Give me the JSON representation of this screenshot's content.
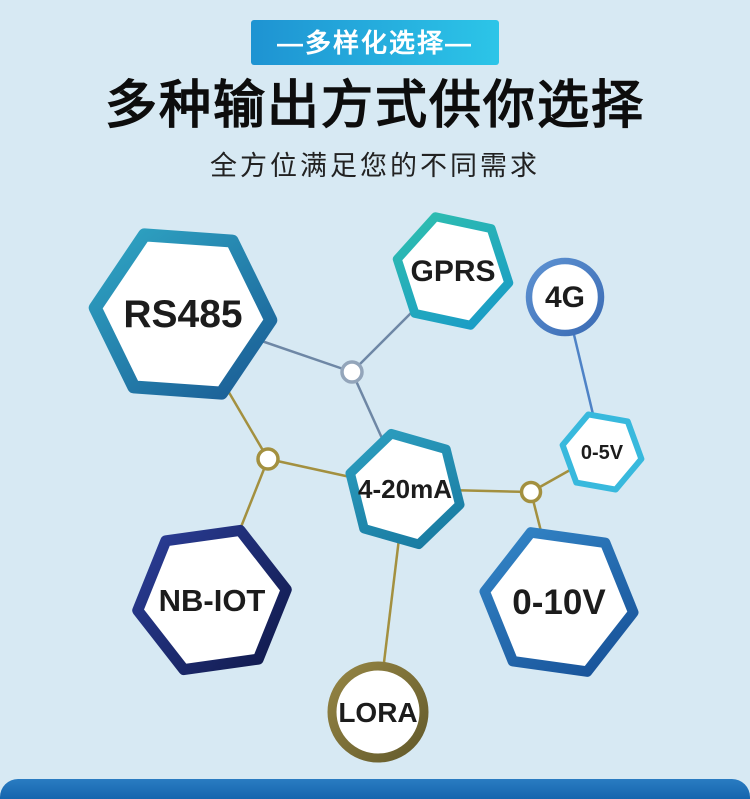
{
  "header": {
    "badge_label": "—多样化选择—",
    "title": "多种输出方式供你选择",
    "subtitle": "全方位满足您的不同需求"
  },
  "diagram": {
    "nodes": [
      {
        "id": "rs485",
        "label": "RS485",
        "shape": "hexagon"
      },
      {
        "id": "gprs",
        "label": "GPRS",
        "shape": "hexagon"
      },
      {
        "id": "4g",
        "label": "4G",
        "shape": "circle"
      },
      {
        "id": "0-5v",
        "label": "0-5V",
        "shape": "hexagon"
      },
      {
        "id": "4-20ma",
        "label": "4-20mA",
        "shape": "hexagon"
      },
      {
        "id": "nb-iot",
        "label": "NB-IOT",
        "shape": "hexagon"
      },
      {
        "id": "0-10v",
        "label": "0-10V",
        "shape": "hexagon"
      },
      {
        "id": "lora",
        "label": "LORA",
        "shape": "circle"
      }
    ]
  },
  "colors": {
    "page_background": "#d7e9f3",
    "badge_gradient_start": "#1e93d2",
    "badge_gradient_end": "#2cc5e8",
    "title_text": "#0d0d0d",
    "rs485_stroke_start": "#2fa6c4",
    "rs485_stroke_end": "#1a5b94",
    "gprs_stroke_start": "#2fbfae",
    "gprs_stroke_end": "#1899c8",
    "fourg_stroke_start": "#5d92d2",
    "fourg_stroke_end": "#3b6bb4",
    "v0_5_stroke": "#38b9dd",
    "ma4_20_stroke_start": "#2d9fc0",
    "ma4_20_stroke_end": "#17789f",
    "nb_iot_stroke_start": "#2b3e98",
    "nb_iot_stroke_end": "#10194a",
    "v0_10_stroke_start": "#3487c8",
    "v0_10_stroke_end": "#164f96",
    "lora_stroke_start": "#958544",
    "lora_stroke_end": "#635a2b",
    "connector_slate": "#6e87a5",
    "connector_olive": "#a3903f",
    "connector_blue": "#4e82c6",
    "bottom_bar": "#1565ae"
  }
}
